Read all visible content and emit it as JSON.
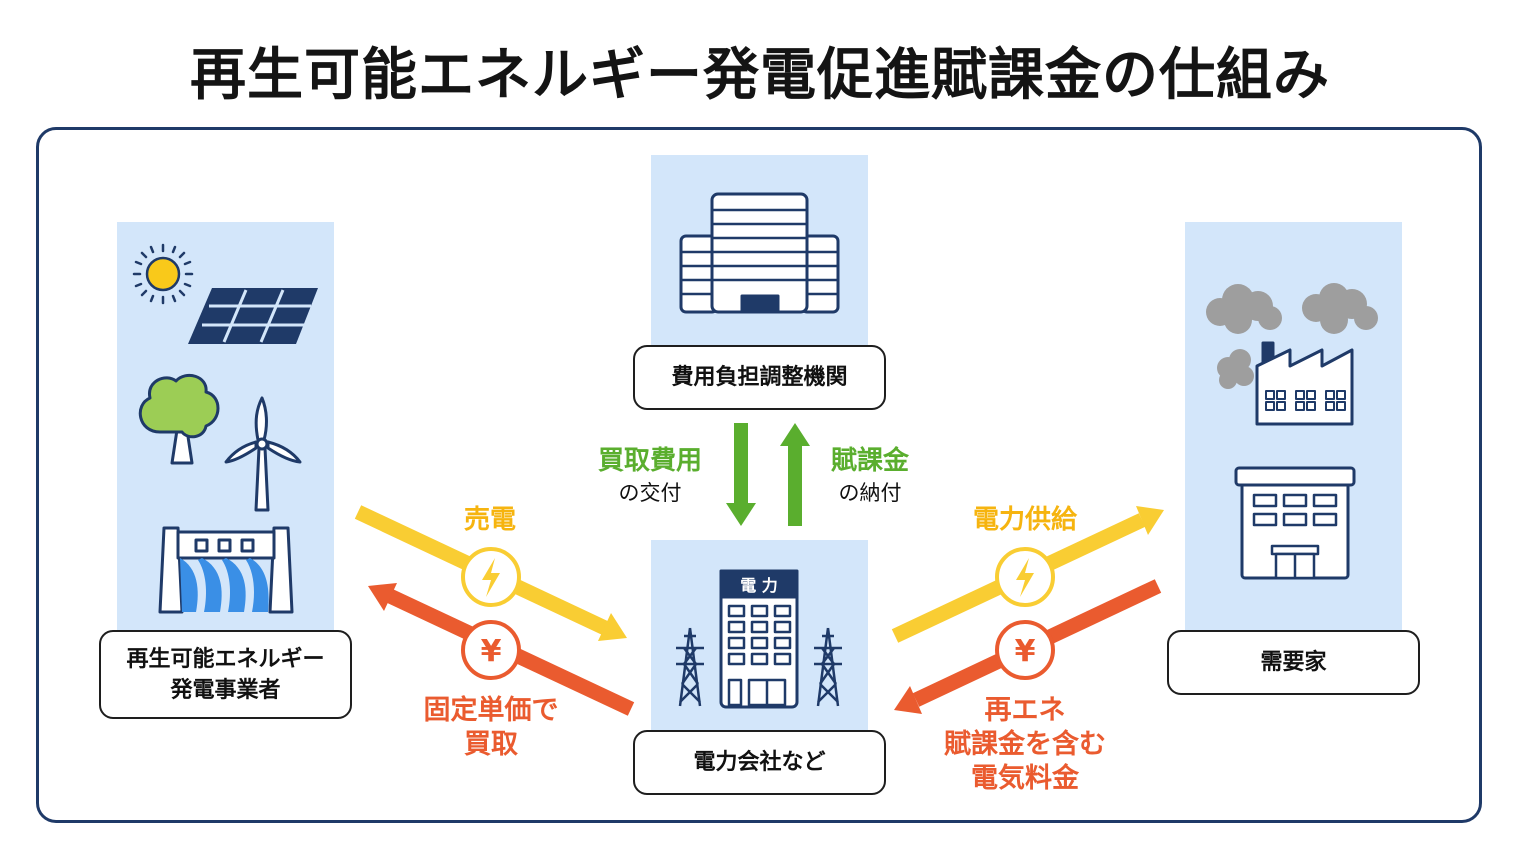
{
  "title": "再生可能エネルギー発電促進賦課金の仕組み",
  "nodes": {
    "generator": "再生可能エネルギー\n発電事業者",
    "agency": "費用負担調整機関",
    "utility": "電力会社など",
    "consumer": "需要家"
  },
  "building_sign": "電 力",
  "flows": {
    "sell": "売電",
    "buy_fixed": "固定単価で\n買取",
    "supply": "電力供給",
    "bill": "再エネ\n賦課金を含む\n電気料金",
    "purchase_cost": "買取費用",
    "purchase_cost_sub": "の交付",
    "levy": "賦課金",
    "levy_sub": "の納付"
  },
  "symbols": {
    "yen": "¥"
  },
  "colors": {
    "frame": "#1f3a68",
    "panel": "#d3e6fa",
    "yellow": "#f6b40f",
    "red": "#ea5b2f",
    "green": "#5aae2e",
    "navy": "#1f3a68",
    "cloud": "#9e9e9e",
    "tree": "#9ccd55"
  }
}
